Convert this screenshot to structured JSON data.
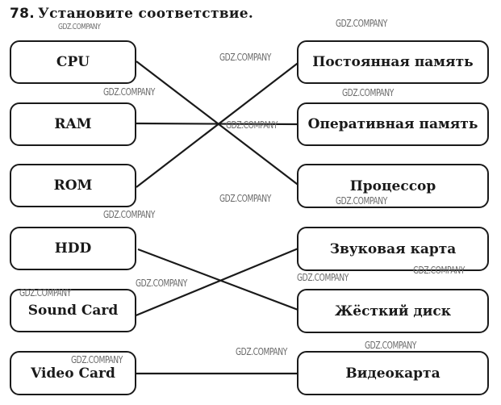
{
  "title": {
    "number": "78.",
    "text": "Установите соответствие."
  },
  "left_items": [
    {
      "label": "CPU"
    },
    {
      "label": "RAM"
    },
    {
      "label": "ROM"
    },
    {
      "label": "HDD"
    },
    {
      "label": "Sound Card"
    },
    {
      "label": "Video Card"
    }
  ],
  "right_items": [
    {
      "label": "Постоянная память"
    },
    {
      "label": "Оперативная память"
    },
    {
      "label": "Процессор"
    },
    {
      "label": "Звуковая карта"
    },
    {
      "label": "Жёсткий диск"
    },
    {
      "label": "Видеокарта"
    }
  ],
  "matches": [
    {
      "from": "CPU",
      "to": "Процессор"
    },
    {
      "from": "RAM",
      "to": "Оперативная память"
    },
    {
      "from": "ROM",
      "to": "Постоянная память"
    },
    {
      "from": "HDD",
      "to": "Жёсткий диск"
    },
    {
      "from": "Sound Card",
      "to": "Звуковая карта"
    },
    {
      "from": "Video Card",
      "to": "Видеокарта"
    }
  ],
  "watermark": "GDZ.COMPANY"
}
